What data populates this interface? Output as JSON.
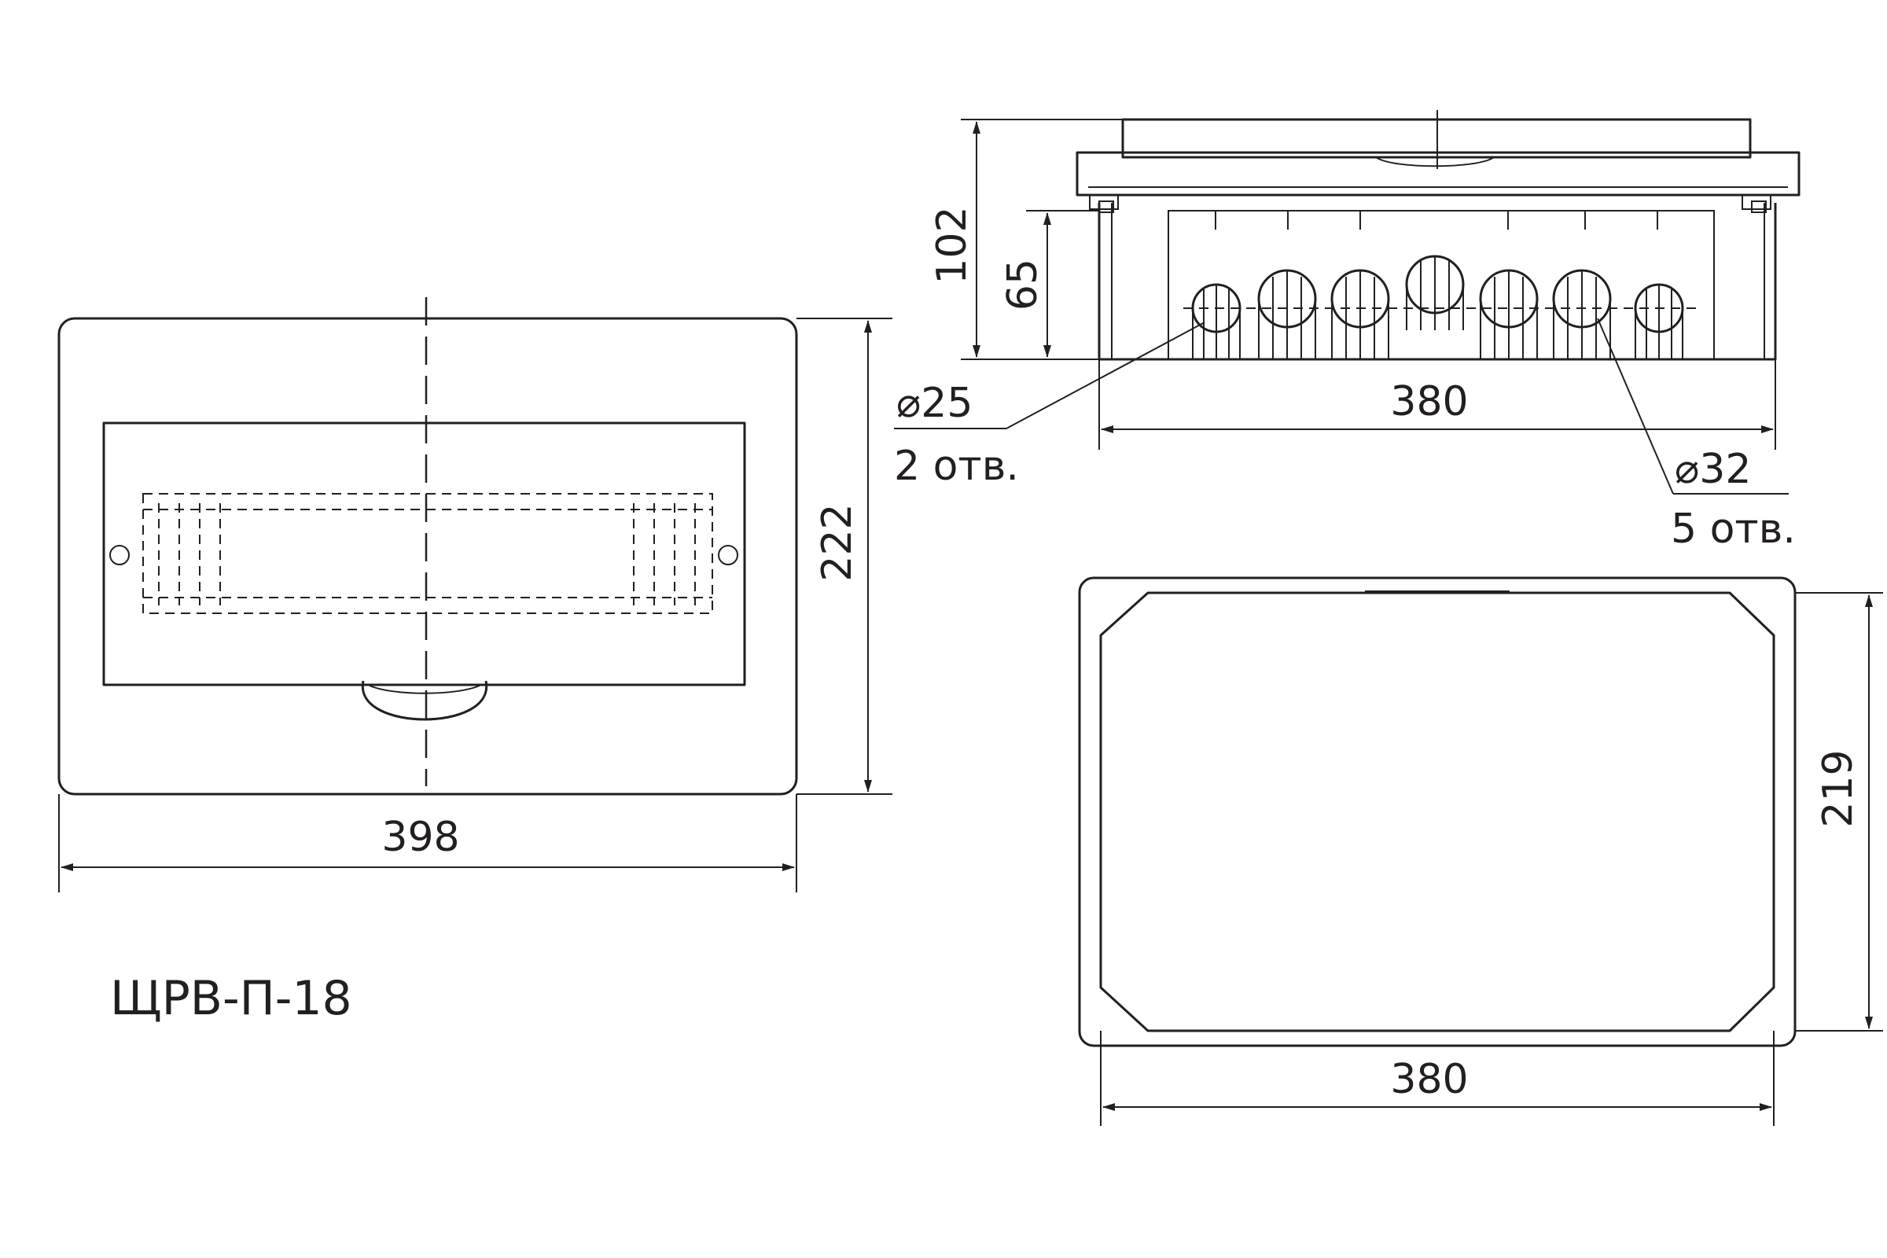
{
  "model_name": "ЩРВ-П-18",
  "front_view": {
    "width_label": "398",
    "height_label": "222"
  },
  "side_view": {
    "total_depth_label": "102",
    "body_depth_label": "65",
    "width_label": "380",
    "small_holes": {
      "diameter_label": "⌀25",
      "count_label": "2 отв."
    },
    "large_holes": {
      "diameter_label": "⌀32",
      "count_label": "5 отв."
    }
  },
  "back_view": {
    "width_label": "380",
    "height_label": "219"
  }
}
